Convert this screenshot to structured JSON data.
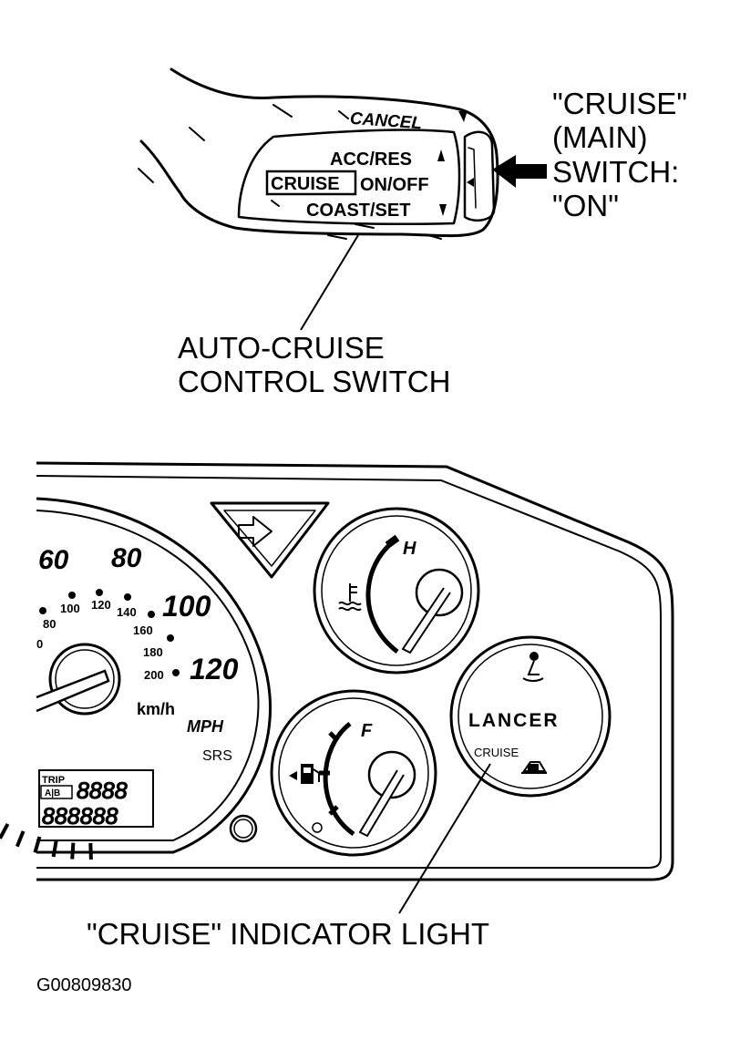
{
  "callouts": {
    "main_switch": [
      "\"CRUISE\"",
      "(MAIN)",
      "SWITCH:",
      "\"ON\""
    ],
    "control_switch": [
      "AUTO-CRUISE",
      "CONTROL SWITCH"
    ],
    "indicator_light": "\"CRUISE\" INDICATOR LIGHT",
    "figure_code": "G00809830"
  },
  "stalk": {
    "cancel": "CANCEL",
    "acc_res": "ACC/RES",
    "cruise": "CRUISE",
    "on_off": "ON/OFF",
    "coast_set": "COAST/SET"
  },
  "cluster": {
    "speed_major": [
      "60",
      "80",
      "100",
      "120"
    ],
    "speed_minor": [
      "0",
      "80",
      "100",
      "120",
      "140",
      "160",
      "180",
      "200"
    ],
    "unit_kmh": "km/h",
    "unit_mph": "MPH",
    "srs": "SRS",
    "trip": "TRIP",
    "trip_ab": "A|B",
    "trip_digits": "8888",
    "odo_digits": "888888",
    "temp_hot": "H",
    "fuel_full": "F",
    "brand": "LANCER",
    "cruise_light": "CRUISE"
  }
}
